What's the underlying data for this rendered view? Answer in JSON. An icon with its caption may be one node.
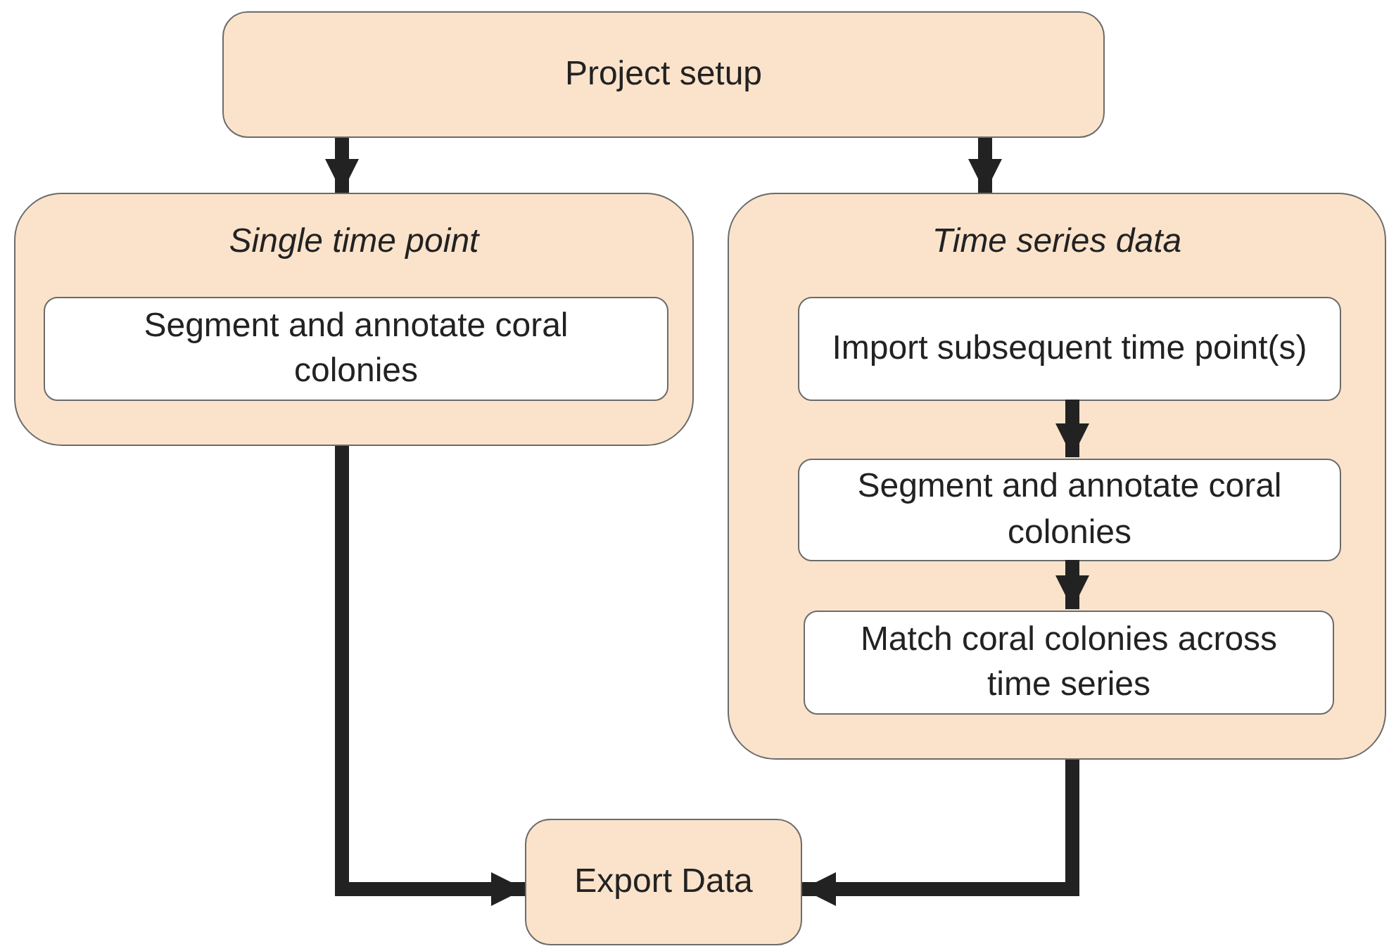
{
  "diagram": {
    "nodes": [
      {
        "text": [
          "Project setup"
        ]
      },
      {
        "text": [
          "Single time point"
        ]
      },
      {
        "text": [
          "Segment and annotate coral colonies"
        ],
        "in": 1
      },
      {
        "text": [
          "Time series data"
        ]
      },
      {
        "text": [
          "Import subsequent time point(s)"
        ],
        "in": 3
      },
      {
        "text": [
          "Segment and annotate coral colonies"
        ],
        "in": 3
      },
      {
        "text": [
          "Match coral colonies across time series"
        ],
        "in": 3
      },
      {
        "text": [
          "Export Data"
        ]
      }
    ],
    "edges": [
      {
        "from": 0,
        "to": 1,
        "arrow": "to"
      },
      {
        "from": 0,
        "to": 3,
        "arrow": "to"
      },
      {
        "from": 4,
        "to": 5,
        "arrow": "to"
      },
      {
        "from": 5,
        "to": 6,
        "arrow": "to"
      },
      {
        "from": 1,
        "to": 7,
        "arrow": "to"
      },
      {
        "from": 3,
        "to": 7,
        "arrow": "to"
      }
    ]
  }
}
